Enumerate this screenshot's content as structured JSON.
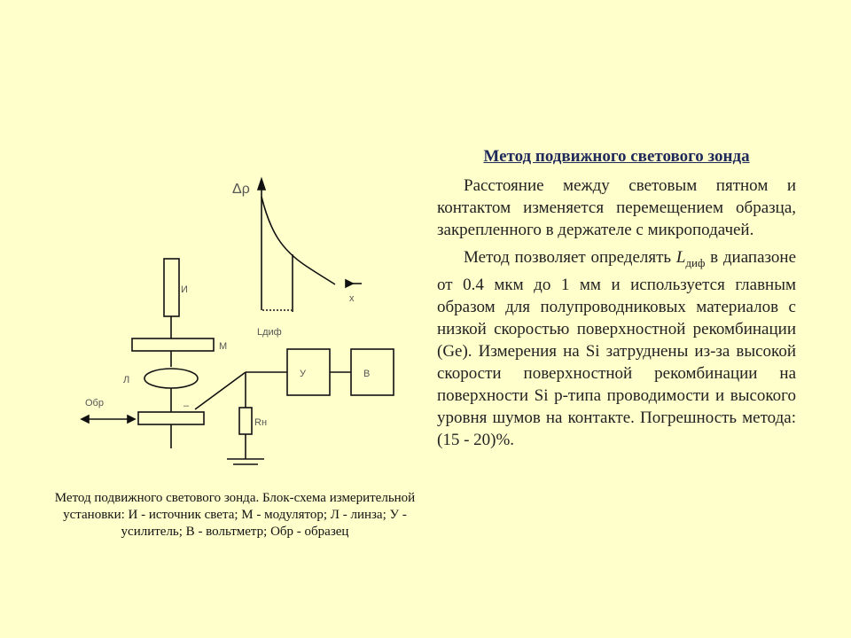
{
  "diagram": {
    "labels": {
      "delta_rho": "Δρ",
      "x_axis": "x",
      "l_dif": "Lдиф",
      "source": "И",
      "modulator": "М",
      "lens": "Л",
      "sample": "Обр",
      "amplifier": "У",
      "voltmeter": "В",
      "resistor": "Rн",
      "minus": "–"
    },
    "caption": "Метод подвижного светового зонда. Блок-схема измерительной установки: И - источник света; М - модулятор; Л - линза; У - усилитель; В - вольтметр; Обр - образец"
  },
  "text": {
    "title": "Метод подвижного светового зонда",
    "para1": "Расстояние между световым пятном и контактом изменяется перемещением образца, закрепленного в держателе с микроподачей.",
    "para2_start": "Метод позволяет определять",
    "symbol_L": "L",
    "symbol_sub": "диф",
    "para2_rest": "в диапазоне от 0.4 мкм до 1 мм и используется главным образом для полупроводниковых материалов с низкой скоростью поверхностной рекомбинации (Ge). Измерения на Si затруднены из-за высокой скорости поверхностной рекомбинации на поверхности Si p-типа проводимости и высокого уровня шумов на контакте. Погрешность метода: (15 - 20)%."
  },
  "colors": {
    "background": "#FFFFCC",
    "title": "#1F2A5A"
  }
}
